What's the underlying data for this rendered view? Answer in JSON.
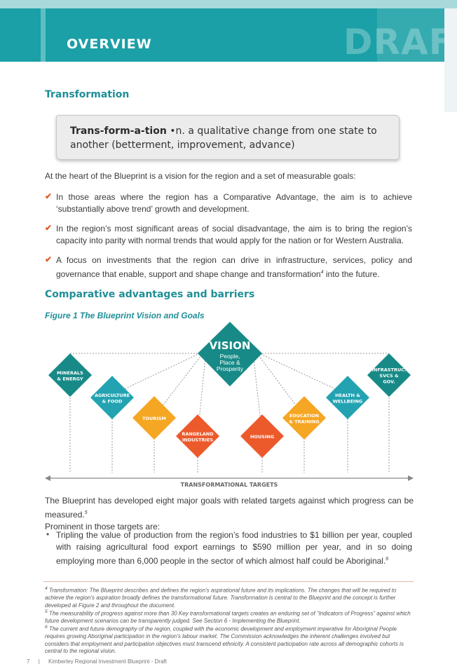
{
  "header": {
    "title": "OVERVIEW",
    "watermark": "DRAFT"
  },
  "section1": {
    "heading": "Transformation"
  },
  "definition": {
    "term": "Trans-form-a-tion",
    "mark": "•n.",
    "text": "a qualitative change from one state to another (betterment, improvement, advance)"
  },
  "intro": "At the heart of the Blueprint is a vision for the region and a set of measurable goals:",
  "check_mark": "✔",
  "goals": [
    "In those areas where the region has a Comparative Advantage, the aim is to achieve ‘substantially above trend’ growth and development.",
    "In the region’s most significant areas of social disadvantage, the aim is to bring the region’s capacity into parity with normal trends that would apply for the nation or for Western Australia.",
    "A focus on investments that the region can drive in infrastructure, services, policy and governance that enable, support and shape change and transformation"
  ],
  "goal3_sup": "4",
  "goal3_tail": " into the future.",
  "section2": {
    "heading": "Comparative advantages and barriers"
  },
  "figure": {
    "caption": "Figure 1 The Blueprint Vision and Goals",
    "vision_title": "VISION",
    "vision_sub": [
      "People,",
      "Place &",
      "Prosperity"
    ],
    "nodes": [
      {
        "lines": [
          "MINERALS",
          "& ENERGY"
        ],
        "color": "#178a87"
      },
      {
        "lines": [
          "AGRICULTURE",
          "& FOOD"
        ],
        "color": "#23a3b2"
      },
      {
        "lines": [
          "TOURISM"
        ],
        "color": "#f5a623"
      },
      {
        "lines": [
          "RANGELAND",
          "INDUSTRIES"
        ],
        "color": "#ec5a2c"
      },
      {
        "lines": [
          "HOUSING"
        ],
        "color": "#ec5a2c"
      },
      {
        "lines": [
          "EDUCATION",
          "& TRAINING"
        ],
        "color": "#f5a623"
      },
      {
        "lines": [
          "HEALTH &",
          "WELLBEING"
        ],
        "color": "#23a3b2"
      },
      {
        "lines": [
          "INFRASTRUC.",
          "SVCS &",
          "GOV."
        ],
        "color": "#178a87"
      }
    ],
    "vision_color": "#178a87",
    "axis_label": "TRANSFORMATIONAL TARGETS"
  },
  "targets_intro": {
    "text": "The Blueprint has developed eight major goals with related targets against which progress can be measured.",
    "sup": "5",
    "line2": "Prominent in those targets are:"
  },
  "bullet_mark": "•",
  "target_bullet": {
    "text": "Tripling the value of production from the region’s food industries to $1 billion per year, coupled with raising agricultural food export earnings to $590 million per year, and in so doing employing more than 6,000 people in the sector of which almost half could be Aboriginal.",
    "sup": "6"
  },
  "footnotes": [
    {
      "num": "4",
      "text": "Transformation: The Blueprint describes and defines the region’s aspirational future and its implications. The changes that will be required to achieve the region’s aspiration broadly defines the transformational future. Transformation is central to the Blueprint and the concept is further developed at Figure 2 and throughout the document."
    },
    {
      "num": "5",
      "text": "The measurability of progress against more than 30 Key transformational targets creates an enduring set of “Indicators of Progress” against which future development scenarios can be transparently judged. See Section 6 - Implementing the Blueprint."
    },
    {
      "num": "6",
      "text": "The current and future demography of the region, coupled with the economic development and employment imperative for Aboriginal People requires growing Aboriginal participation in the region’s labour market. The Commission acknowledges the inherent challenges involved but considers that employment and participation objectives must transcend ethnicity. A consistent participation rate across all demographic cohorts is central to the regional vision."
    }
  ],
  "footer": {
    "page": "7",
    "separator": "|",
    "doc": "Kimberley Regional Investment Blueprint - Draft"
  }
}
